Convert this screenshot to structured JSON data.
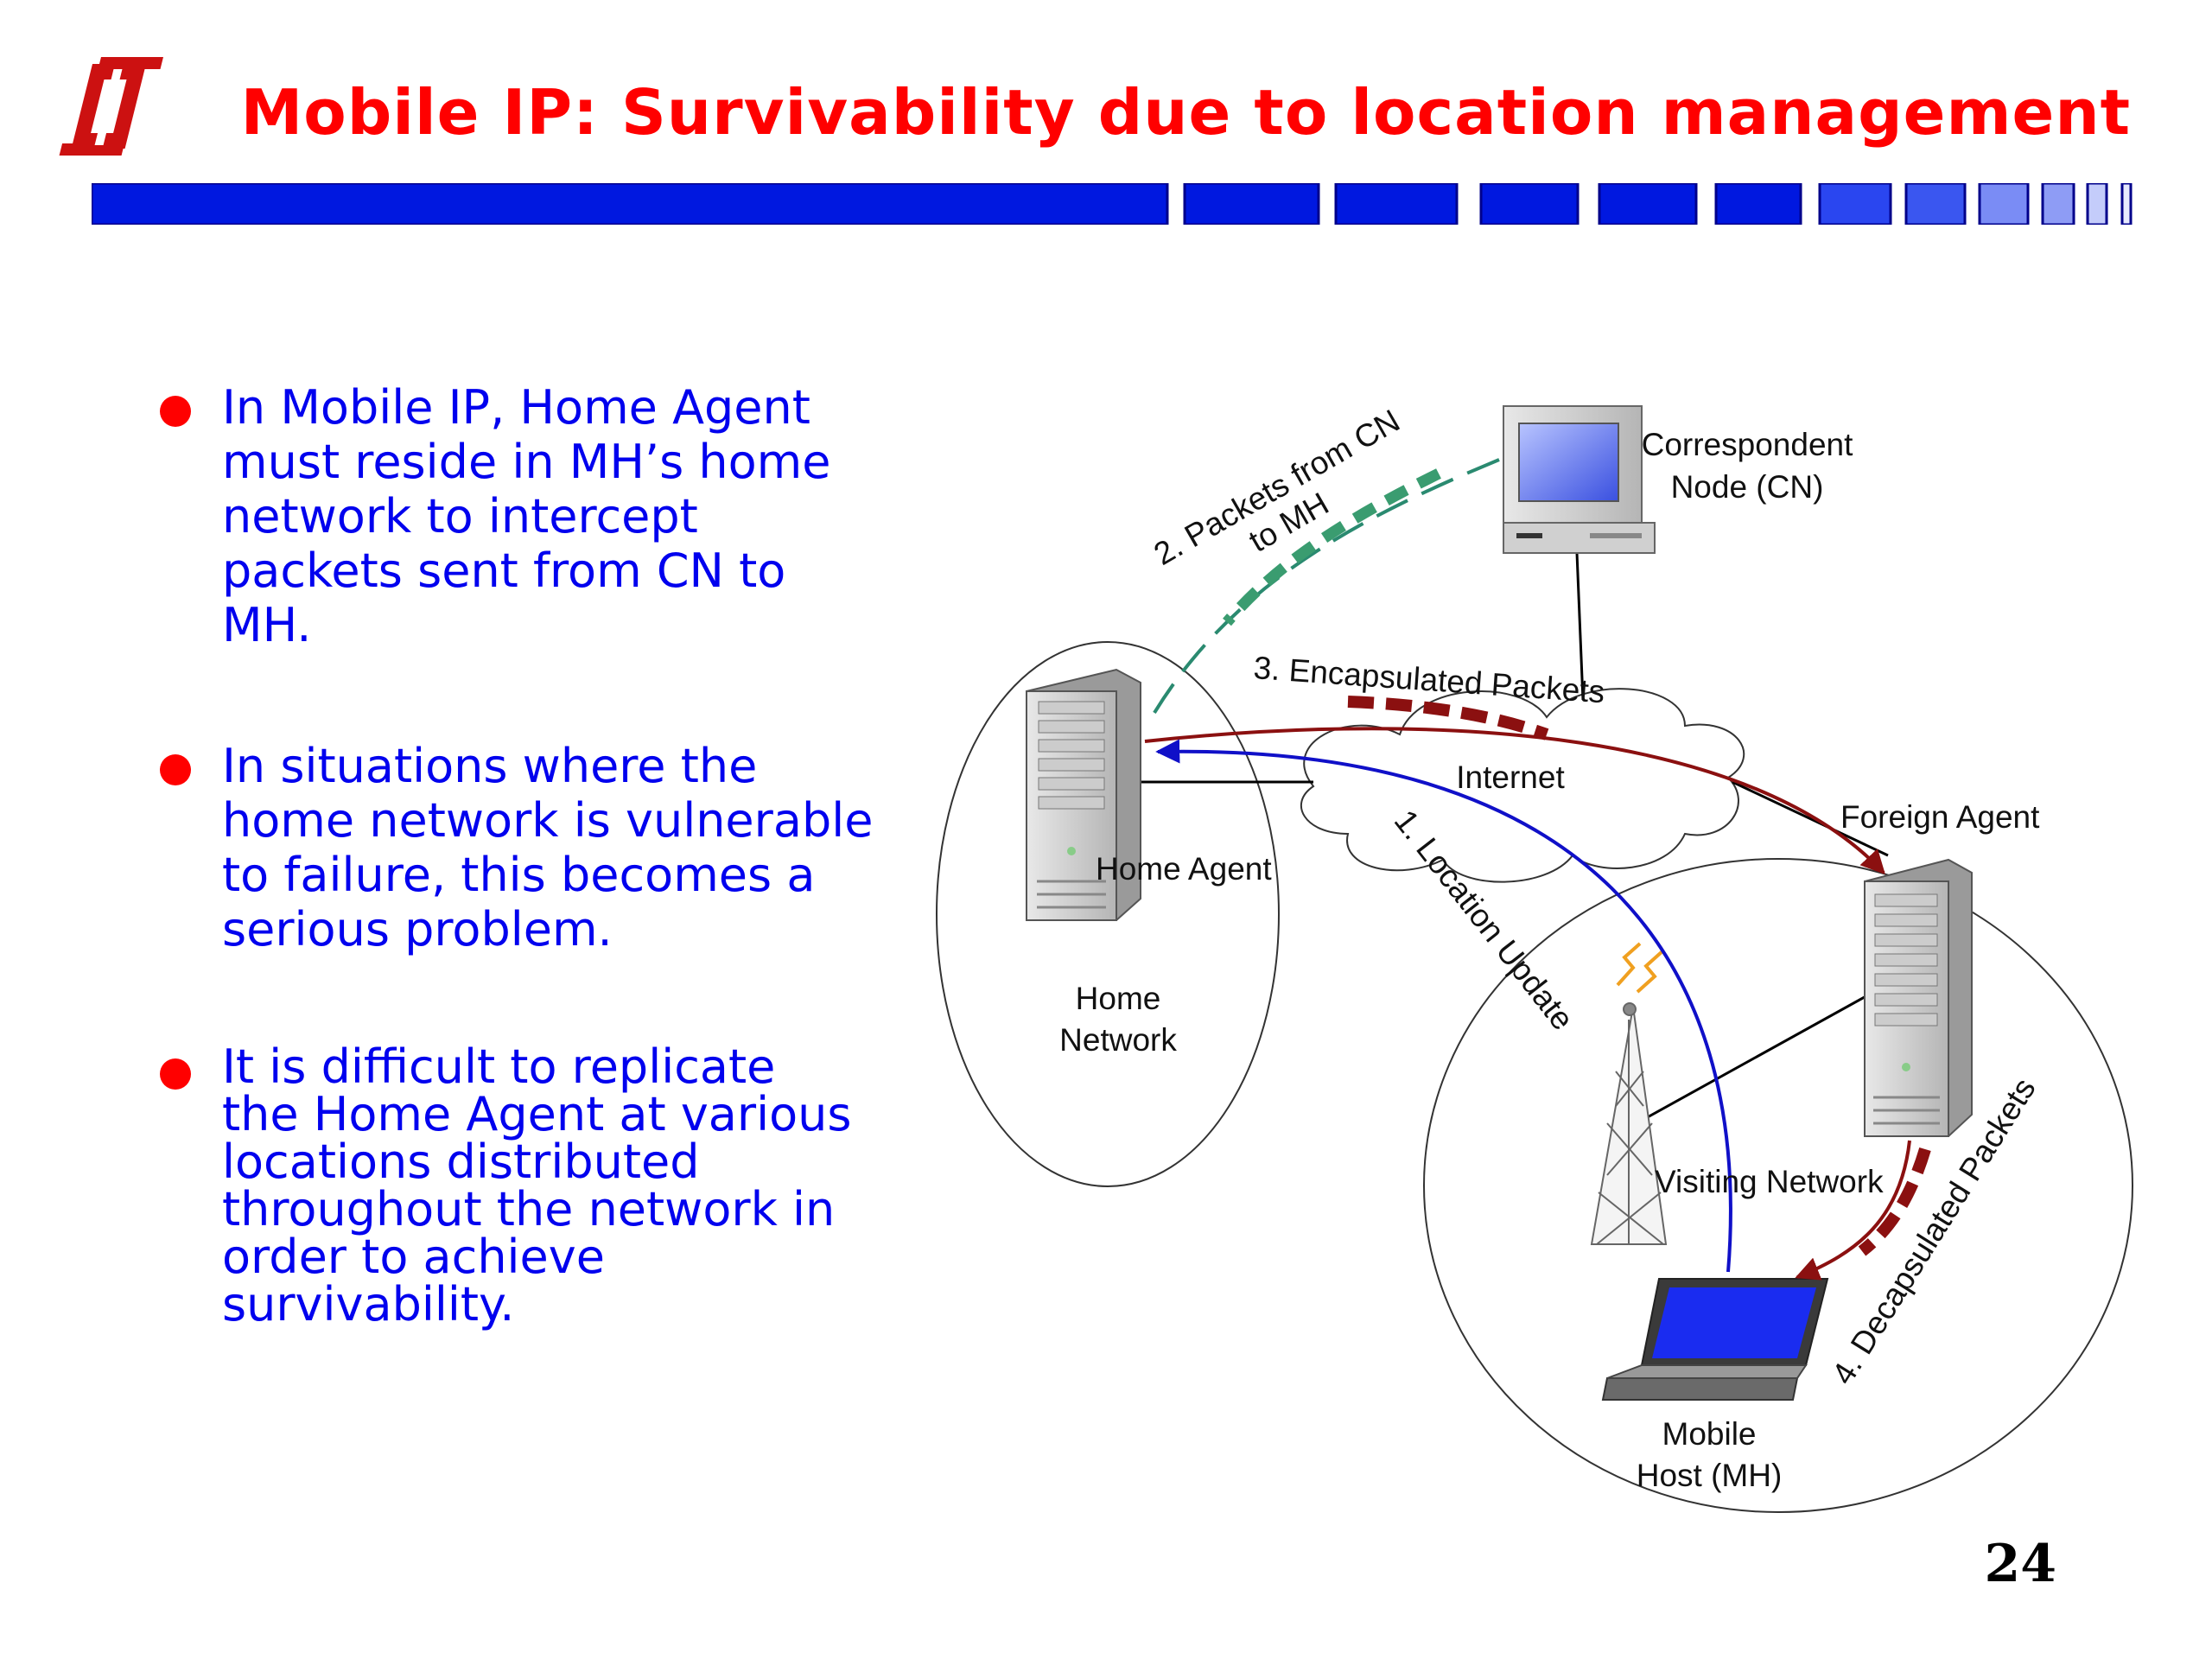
{
  "slide": {
    "title": "Mobile IP: Survivability due to location management",
    "page_number": "24"
  },
  "bullets": [
    {
      "lines": [
        "In Mobile IP, Home Agent",
        "must reside in MH’s home",
        "network to intercept",
        "packets sent from CN to",
        "MH."
      ]
    },
    {
      "lines": [
        "In situations where the",
        "home network is vulnerable",
        "to failure,  this becomes a",
        "serious problem."
      ]
    },
    {
      "lines": [
        "It is difficult to replicate",
        "the Home Agent at various",
        "locations distributed",
        "throughout the network in",
        "order to achieve",
        "survivability."
      ]
    }
  ],
  "diagram": {
    "nodes": {
      "correspondent_node": [
        "Correspondent",
        "Node (CN)"
      ],
      "home_agent": "Home Agent",
      "home_network": [
        "Home",
        "Network"
      ],
      "internet": "Internet",
      "foreign_agent": "Foreign Agent",
      "visiting_network": "Visiting Network",
      "mobile_host": [
        "Mobile",
        "Host (MH)"
      ]
    },
    "steps": {
      "location_update": "1. Location Update",
      "packets_from_cn": [
        "2. Packets from CN",
        "to MH"
      ],
      "encapsulated_packets": "3. Encapsulated Packets",
      "decapsulated_packets": "4. Decapsulated Packets"
    }
  },
  "colors": {
    "title": "#ff0000",
    "bullet_text": "#0000ee",
    "bullet_dot": "#ff0000",
    "bar": "#0018e0",
    "location_update_arrow": "#1010c8",
    "encapsulated_arrow": "#8b1010",
    "cn_packets_dash": "#2a8a70"
  },
  "icons": [
    "university-logo-icon",
    "server-icon",
    "desktop-computer-icon",
    "laptop-icon",
    "radio-tower-icon",
    "cloud-icon"
  ]
}
